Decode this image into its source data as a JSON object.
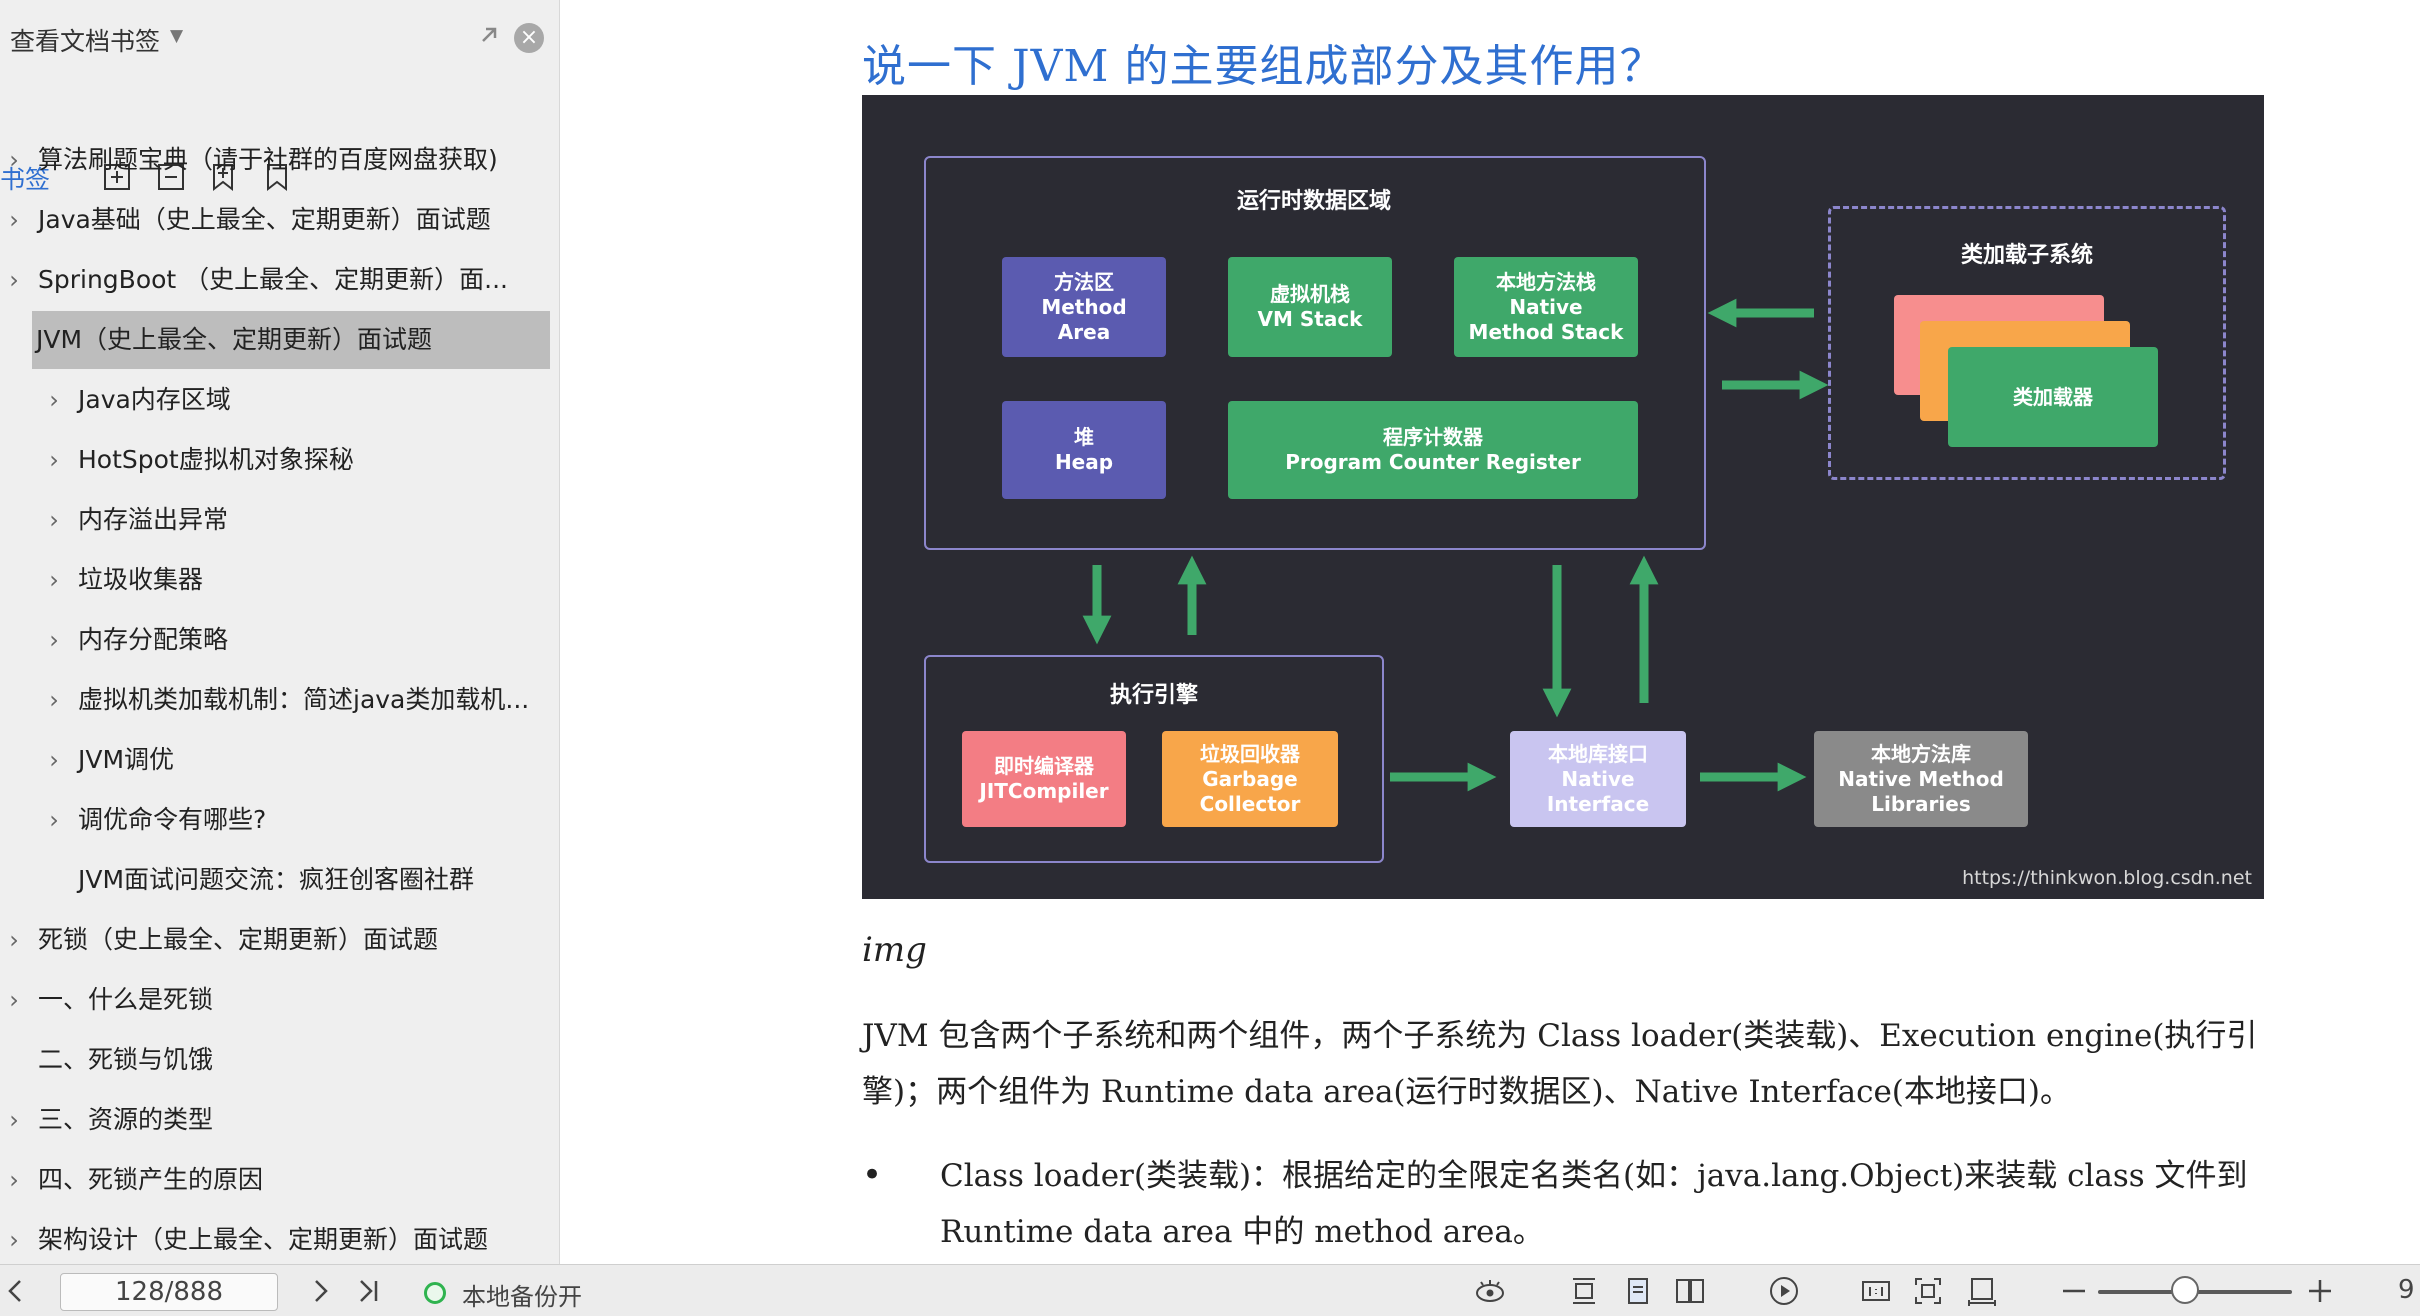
{
  "sidebar": {
    "title": "查看文档书签",
    "bookmark_label": "书签",
    "close_glyph": "×",
    "items": [
      {
        "label": "算法刷题宝典（请于社群的百度网盘获取)",
        "level": 0,
        "chevron": true
      },
      {
        "label": "Java基础（史上最全、定期更新）面试题",
        "level": 0,
        "chevron": true
      },
      {
        "label": "SpringBoot （史上最全、定期更新）面...",
        "level": 0,
        "chevron": true
      },
      {
        "label": "JVM（史上最全、定期更新）面试题",
        "level": 0,
        "chevron": true,
        "active": true
      },
      {
        "label": "Java内存区域",
        "level": 1,
        "chevron": true
      },
      {
        "label": "HotSpot虚拟机对象探秘",
        "level": 1,
        "chevron": true
      },
      {
        "label": "内存溢出异常",
        "level": 1,
        "chevron": true
      },
      {
        "label": "垃圾收集器",
        "level": 1,
        "chevron": true
      },
      {
        "label": "内存分配策略",
        "level": 1,
        "chevron": true
      },
      {
        "label": "虚拟机类加载机制：简述java类加载机...",
        "level": 1,
        "chevron": true
      },
      {
        "label": "JVM调优",
        "level": 1,
        "chevron": true
      },
      {
        "label": "调优命令有哪些?",
        "level": 1,
        "chevron": true
      },
      {
        "label": "JVM面试问题交流：疯狂创客圈社群",
        "level": 1,
        "chevron": false
      },
      {
        "label": "死锁（史上最全、定期更新）面试题",
        "level": 0,
        "chevron": true
      },
      {
        "label": "一、什么是死锁",
        "level": 0,
        "chevron": true
      },
      {
        "label": "二、死锁与饥饿",
        "level": 0,
        "chevron": false
      },
      {
        "label": "三、资源的类型",
        "level": 0,
        "chevron": true
      },
      {
        "label": "四、死锁产生的原因",
        "level": 0,
        "chevron": true
      },
      {
        "label": "架构设计（史上最全、定期更新）面试题",
        "level": 0,
        "chevron": true
      }
    ]
  },
  "document": {
    "heading": "说一下 JVM 的主要组成部分及其作用？",
    "figure": {
      "runtime_area_title": "运行时数据区域",
      "method_area": [
        "方法区",
        "Method",
        "Area"
      ],
      "vm_stack": [
        "虚拟机栈",
        "VM Stack"
      ],
      "native_method_stack": [
        "本地方法栈",
        "Native",
        "Method Stack"
      ],
      "heap": [
        "堆",
        "Heap"
      ],
      "pc_register": [
        "程序计数器",
        "Program Counter Register"
      ],
      "class_loader_subsystem": "类加载子系统",
      "class_loader": "类加载器",
      "execution_engine": "执行引擎",
      "jit_compiler": [
        "即时编译器",
        "JITCompiler"
      ],
      "garbage_collector": [
        "垃圾回收器",
        "Garbage",
        "Collector"
      ],
      "native_interface": [
        "本地库接口",
        "Native",
        "Interface"
      ],
      "native_libraries": [
        "本地方法库",
        "Native Method",
        "Libraries"
      ],
      "watermark": "https://thinkwon.blog.csdn.net"
    },
    "caption": "img",
    "paragraph": "JVM 包含两个子系统和两个组件，两个子系统为 Class loader(类装载)、Execution engine(执行引擎)；两个组件为 Runtime data area(运行时数据区)、Native Interface(本地接口)。",
    "bullet_marker": "•",
    "bullet": "Class loader(类装载)：根据给定的全限定名类名(如：java.lang.Object)来装载 class 文件到 Runtime data area 中的 method area。"
  },
  "statusbar": {
    "page_value": "128/888",
    "backup_label": "本地备份开",
    "zoom_glyph": "9",
    "zoom_level": 0.45
  },
  "colors": {
    "accent": "#2f6fd0",
    "figure_bg": "#2b2b33",
    "purple_block": "#5b5bb0",
    "green_block": "#3fa86a",
    "arrow_green": "#3fa86a",
    "backup_ok": "#2fb34f"
  }
}
